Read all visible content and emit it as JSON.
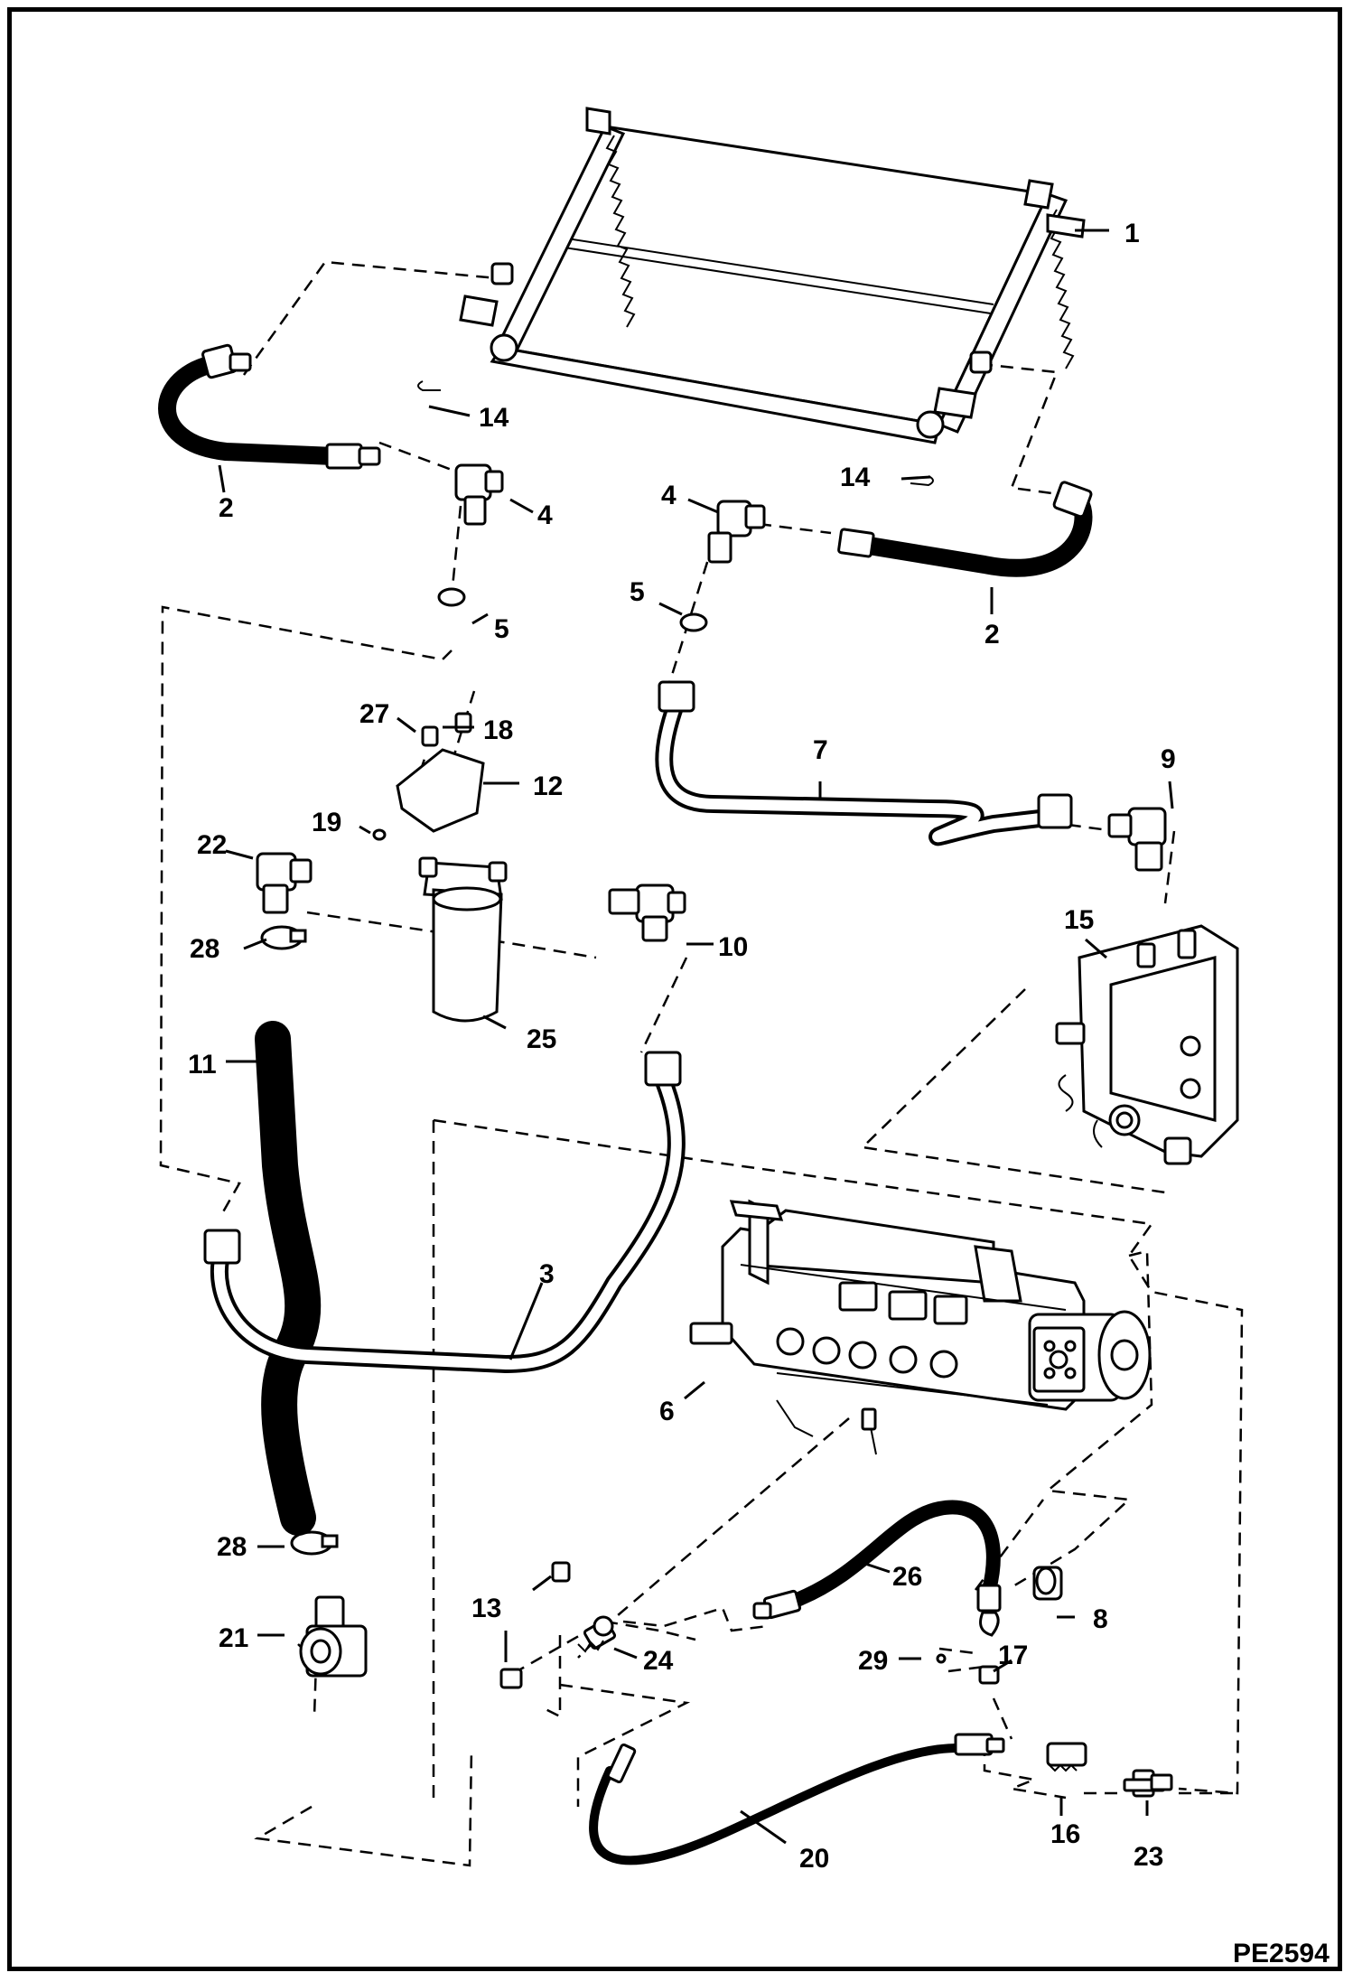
{
  "document_id": "PE2594",
  "callouts": [
    "1",
    "2",
    "2",
    "3",
    "4",
    "4",
    "5",
    "5",
    "6",
    "7",
    "8",
    "9",
    "10",
    "11",
    "12",
    "13",
    "14",
    "14",
    "15",
    "16",
    "17",
    "18",
    "19",
    "20",
    "21",
    "22",
    "23",
    "24",
    "25",
    "26",
    "27",
    "28",
    "28",
    "29"
  ],
  "colors": {
    "line": "#000000",
    "background": "#ffffff"
  }
}
